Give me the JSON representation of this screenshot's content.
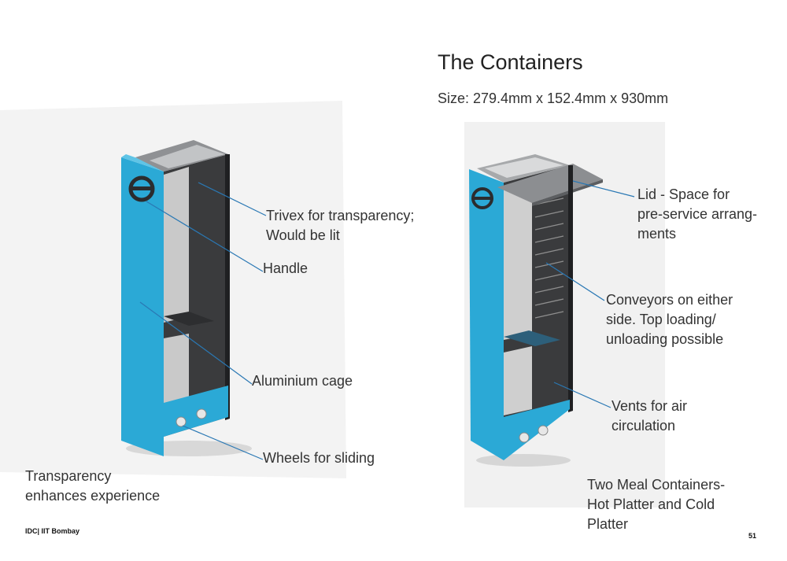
{
  "page": {
    "title": "The Containers",
    "subtitle": "Size: 279.4mm x 152.4mm x 930mm",
    "footer_left": "IDC| IIT Bombay",
    "page_number": "51"
  },
  "left_render": {
    "labels": {
      "trivex_1": "Trivex for transparency;",
      "trivex_2": "Would be lit",
      "handle": "Handle",
      "aluminium": "Aluminium cage",
      "wheels": "Wheels for sliding"
    },
    "caption_1": "Transparency",
    "caption_2": "enhances experience"
  },
  "right_render": {
    "labels": {
      "lid_1": "Lid - Space for",
      "lid_2": "pre-service arrang-",
      "lid_3": "ments",
      "conveyors_1": "Conveyors on either",
      "conveyors_2": "side. Top loading/",
      "conveyors_3": "unloading possible",
      "vents_1": "Vents for air",
      "vents_2": "circulation"
    },
    "caption_1": "Two Meal Containers-",
    "caption_2": "Hot Platter and Cold",
    "caption_3": "Platter"
  },
  "colors": {
    "accent_blue": "#2aa8d4",
    "leader_line": "#2a78b4",
    "dark_panel": "#3a3b3d"
  }
}
